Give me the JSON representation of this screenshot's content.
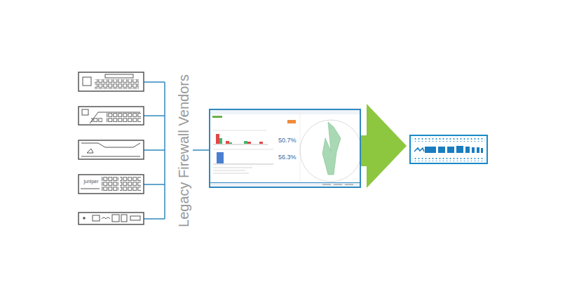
{
  "diagram": {
    "nodes": [
      {
        "text": [
          "50.7%",
          "56.3%"
        ]
      }
    ],
    "labels": [
      "juniper",
      "Legacy Firewall Vendors"
    ]
  }
}
